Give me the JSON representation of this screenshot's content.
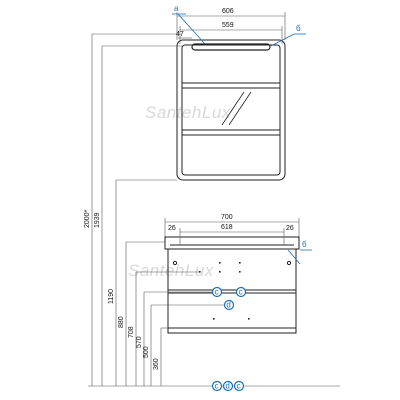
{
  "callouts": {
    "a": "а",
    "b_mirror": "б",
    "b_cabinet": "б"
  },
  "mirror": {
    "width_total": "606",
    "width_inner": "559",
    "light_offset": "47"
  },
  "cabinet": {
    "width_total": "700",
    "width_inner": "618",
    "side_left": "26",
    "side_right": "26"
  },
  "heights": {
    "h2000": "2000*",
    "h1939": "1939",
    "h1190": "1190",
    "h880": "880",
    "h708": "708",
    "h570": "570",
    "h500": "500",
    "h360": "360"
  },
  "connection_marks": {
    "cold": "c",
    "drain": "d",
    "hot": "c"
  },
  "watermark": "SantehLux",
  "colors": {
    "line": "#222222",
    "dim_line": "#555555",
    "accent": "#1c6fb8",
    "watermark": "#d8d8d8"
  }
}
